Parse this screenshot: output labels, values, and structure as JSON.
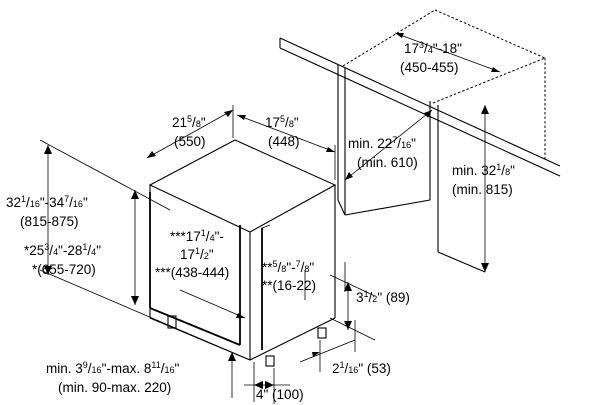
{
  "labels": {
    "recess_width": [
      "17",
      "3",
      "/",
      "4",
      "\"-18\""
    ],
    "recess_width_mm": "(450-455)",
    "depth": [
      "21",
      "5",
      "/",
      "8",
      "\""
    ],
    "depth_mm": "(550)",
    "width": [
      "17",
      "5",
      "/",
      "8",
      "\""
    ],
    "width_mm": "(448)",
    "cabinet_depth": [
      "min. 22",
      "7",
      "/",
      "16",
      "\""
    ],
    "cabinet_depth_mm": "(min. 610)",
    "overall_height": [
      "32",
      "1",
      "/",
      "16",
      "\"-34",
      "7",
      "/",
      "16",
      "\""
    ],
    "overall_height_mm": "(815-875)",
    "adj_height": [
      "*25",
      "3",
      "/",
      "4",
      "\"-28",
      "1",
      "/",
      "4",
      "\""
    ],
    "adj_height_mm": "*(655-720)",
    "door_width": [
      "***17",
      "1",
      "/",
      "4",
      "\"-"
    ],
    "door_width_2": [
      "17",
      "1",
      "/",
      "2",
      "\""
    ],
    "door_width_mm": "***(438-444)",
    "min_height": [
      "min. 32",
      "1",
      "/",
      "8",
      "\""
    ],
    "min_height_mm": "(min. 815)",
    "gap": [
      "**",
      "5",
      "/",
      "8",
      "\"-",
      "7",
      "/",
      "8",
      "\""
    ],
    "gap_mm": "**(16-22)",
    "toe": [
      "3",
      "1",
      "/",
      "2",
      "\" (89)"
    ],
    "foot_depth": [
      "2",
      "1",
      "/",
      "16",
      "\" (53)"
    ],
    "bottom_setback": [
      "min. 3",
      "9",
      "/",
      "16",
      "\"-max. 8",
      "11",
      "/",
      "16",
      "\""
    ],
    "bottom_setback_mm": "(min. 90-max. 220)",
    "kick": [
      "4\" (100)"
    ]
  }
}
